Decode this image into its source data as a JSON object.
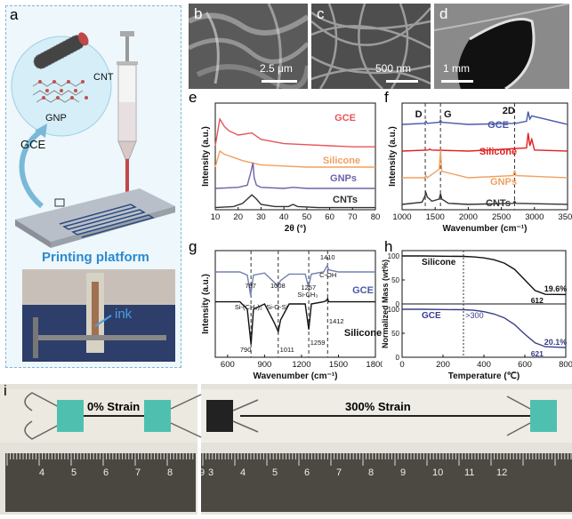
{
  "panels": {
    "a": {
      "letter": "a",
      "cnt_label": "CNT",
      "gnp_label": "GNP",
      "gce_label": "GCE",
      "platform_label": "Printing platform",
      "ink_label": "ink"
    },
    "b": {
      "letter": "b",
      "scale": "2.5 μm"
    },
    "c": {
      "letter": "c",
      "scale": "500 nm"
    },
    "d": {
      "letter": "d",
      "scale": "1 mm"
    },
    "e": {
      "letter": "e"
    },
    "f": {
      "letter": "f",
      "peaks": [
        "D",
        "G",
        "2D"
      ]
    },
    "g": {
      "letter": "g",
      "annotations_top": [
        "787",
        "1008",
        "1257",
        "1410",
        "C-OH",
        "Si-CH₃"
      ],
      "annotations_mid": [
        "Si-(CH₃)₂",
        "Si-O-Si"
      ],
      "annotations_bottom": [
        "790",
        "1011",
        "1259",
        "1412"
      ]
    },
    "h": {
      "letter": "h",
      "marker": ">300",
      "top_values": [
        "19.6%",
        "612"
      ],
      "bottom_values": [
        "20.1%",
        "621"
      ]
    },
    "i": {
      "letter": "i",
      "left_label": "0% Strain",
      "right_label": "300% Strain",
      "ruler_left": [
        "4",
        "5",
        "6",
        "7",
        "8",
        "9"
      ],
      "ruler_right": [
        "3",
        "4",
        "5",
        "6",
        "7",
        "8",
        "9",
        "10",
        "11",
        "12"
      ]
    }
  },
  "chart_data": [
    {
      "type": "line",
      "panel": "e",
      "xlabel": "2θ (°)",
      "ylabel": "Intensity (a.u.)",
      "xlim": [
        10,
        80
      ],
      "xticks": [
        "10",
        "20",
        "30",
        "40",
        "50",
        "60",
        "70",
        "80"
      ],
      "series": [
        {
          "name": "GCE",
          "color": "#e8545a",
          "x": [
            10,
            12,
            14,
            16,
            20,
            26,
            30,
            40,
            50,
            60,
            70,
            80
          ],
          "y": [
            0.6,
            0.85,
            0.78,
            0.74,
            0.7,
            0.72,
            0.66,
            0.62,
            0.61,
            0.6,
            0.59,
            0.59
          ]
        },
        {
          "name": "Silicone",
          "color": "#f0a060",
          "x": [
            10,
            12,
            14,
            18,
            22,
            26,
            30,
            40,
            50,
            60,
            70,
            80
          ],
          "y": [
            0.4,
            0.55,
            0.52,
            0.49,
            0.46,
            0.44,
            0.42,
            0.41,
            0.4,
            0.4,
            0.4,
            0.4
          ]
        },
        {
          "name": "GNPs",
          "color": "#7060a8",
          "x": [
            10,
            20,
            24,
            25.5,
            26.5,
            27,
            28,
            30,
            40,
            44,
            50,
            60,
            70,
            80
          ],
          "y": [
            0.2,
            0.21,
            0.23,
            0.35,
            0.44,
            0.3,
            0.23,
            0.21,
            0.2,
            0.21,
            0.2,
            0.2,
            0.2,
            0.2
          ]
        },
        {
          "name": "CNTs",
          "color": "#333333",
          "x": [
            10,
            18,
            22,
            24,
            26,
            28,
            30,
            36,
            42,
            44,
            46,
            55,
            65,
            80
          ],
          "y": [
            0.02,
            0.03,
            0.06,
            0.1,
            0.14,
            0.1,
            0.05,
            0.03,
            0.03,
            0.05,
            0.03,
            0.02,
            0.02,
            0.02
          ]
        }
      ]
    },
    {
      "type": "line",
      "panel": "f",
      "xlabel": "Wavenumber (cm⁻¹)",
      "ylabel": "Intensity (a.u.)",
      "xlim": [
        1000,
        3500
      ],
      "xticks": [
        "1000",
        "1500",
        "2000",
        "2500",
        "3000",
        "3500"
      ],
      "series": [
        {
          "name": "GCE",
          "color": "#4a58a8",
          "x": [
            1000,
            1340,
            1360,
            1380,
            1560,
            1580,
            1600,
            2000,
            2680,
            2700,
            2720,
            2880,
            2905,
            2930,
            2960,
            3500
          ],
          "y": [
            0.8,
            0.81,
            0.83,
            0.81,
            0.82,
            0.84,
            0.82,
            0.8,
            0.81,
            0.82,
            0.81,
            0.83,
            0.92,
            0.85,
            0.88,
            0.8
          ]
        },
        {
          "name": "Silicone",
          "color": "#e02020",
          "x": [
            1000,
            1400,
            1420,
            1440,
            2000,
            2880,
            2905,
            2930,
            2960,
            3000,
            3500
          ],
          "y": [
            0.55,
            0.56,
            0.57,
            0.56,
            0.55,
            0.58,
            0.72,
            0.6,
            0.66,
            0.56,
            0.55
          ]
        },
        {
          "name": "GNPs",
          "color": "#f0a060",
          "x": [
            1000,
            1340,
            1360,
            1380,
            1560,
            1580,
            1600,
            2000,
            2680,
            2700,
            2720,
            3500
          ],
          "y": [
            0.3,
            0.3,
            0.32,
            0.3,
            0.38,
            0.56,
            0.36,
            0.3,
            0.32,
            0.37,
            0.32,
            0.3
          ]
        },
        {
          "name": "CNTs",
          "color": "#333333",
          "x": [
            1000,
            1300,
            1340,
            1360,
            1380,
            1450,
            1560,
            1580,
            1600,
            1700,
            2000,
            2680,
            2700,
            2720,
            3500
          ],
          "y": [
            0.05,
            0.07,
            0.12,
            0.16,
            0.12,
            0.08,
            0.1,
            0.15,
            0.1,
            0.06,
            0.05,
            0.06,
            0.08,
            0.06,
            0.05
          ]
        }
      ]
    },
    {
      "type": "line",
      "panel": "g",
      "xlabel": "Wavenumber (cm⁻¹)",
      "ylabel": "Intensity (a.u.)",
      "xlim": [
        500,
        1800
      ],
      "xticks": [
        "600",
        "900",
        "1200",
        "1500",
        "1800"
      ],
      "series": [
        {
          "name": "GCE",
          "color": "#7080b0",
          "x": [
            500,
            700,
            760,
            787,
            810,
            900,
            980,
            1008,
            1030,
            1100,
            1230,
            1257,
            1280,
            1380,
            1400,
            1410,
            1420,
            1500,
            1800
          ],
          "y": [
            0.8,
            0.8,
            0.77,
            0.58,
            0.77,
            0.79,
            0.7,
            0.66,
            0.72,
            0.78,
            0.78,
            0.66,
            0.78,
            0.8,
            0.84,
            0.86,
            0.82,
            0.8,
            0.8
          ]
        },
        {
          "name": "Silicone",
          "color": "#111111",
          "x": [
            500,
            700,
            760,
            790,
            810,
            900,
            980,
            1011,
            1030,
            1100,
            1230,
            1259,
            1280,
            1380,
            1400,
            1412,
            1420,
            1500,
            1800
          ],
          "y": [
            0.52,
            0.52,
            0.45,
            0.12,
            0.45,
            0.5,
            0.32,
            0.24,
            0.35,
            0.5,
            0.5,
            0.26,
            0.5,
            0.52,
            0.53,
            0.55,
            0.52,
            0.52,
            0.52
          ]
        }
      ]
    },
    {
      "type": "line",
      "panel": "h",
      "xlabel": "Temperature (℃)",
      "ylabel": "Normalized Mass (wt%)",
      "xlim": [
        0,
        800
      ],
      "xticks": [
        "0",
        "200",
        "400",
        "600",
        "800"
      ],
      "yticks": [
        "100",
        "50",
        "0"
      ],
      "series": [
        {
          "name": "Silicone",
          "color": "#111111",
          "x": [
            0,
            100,
            200,
            300,
            350,
            400,
            450,
            500,
            550,
            600,
            650,
            700,
            800
          ],
          "y": [
            100,
            100,
            99.5,
            99,
            98,
            96,
            92,
            85,
            72,
            50,
            28,
            20,
            19.6
          ]
        },
        {
          "name": "GCE",
          "color": "#3a3c8a",
          "x": [
            0,
            100,
            200,
            300,
            350,
            400,
            450,
            500,
            550,
            600,
            650,
            700,
            800
          ],
          "y": [
            100,
            100,
            99.5,
            99,
            98,
            95,
            90,
            82,
            68,
            48,
            30,
            22,
            20.1
          ]
        }
      ]
    }
  ]
}
